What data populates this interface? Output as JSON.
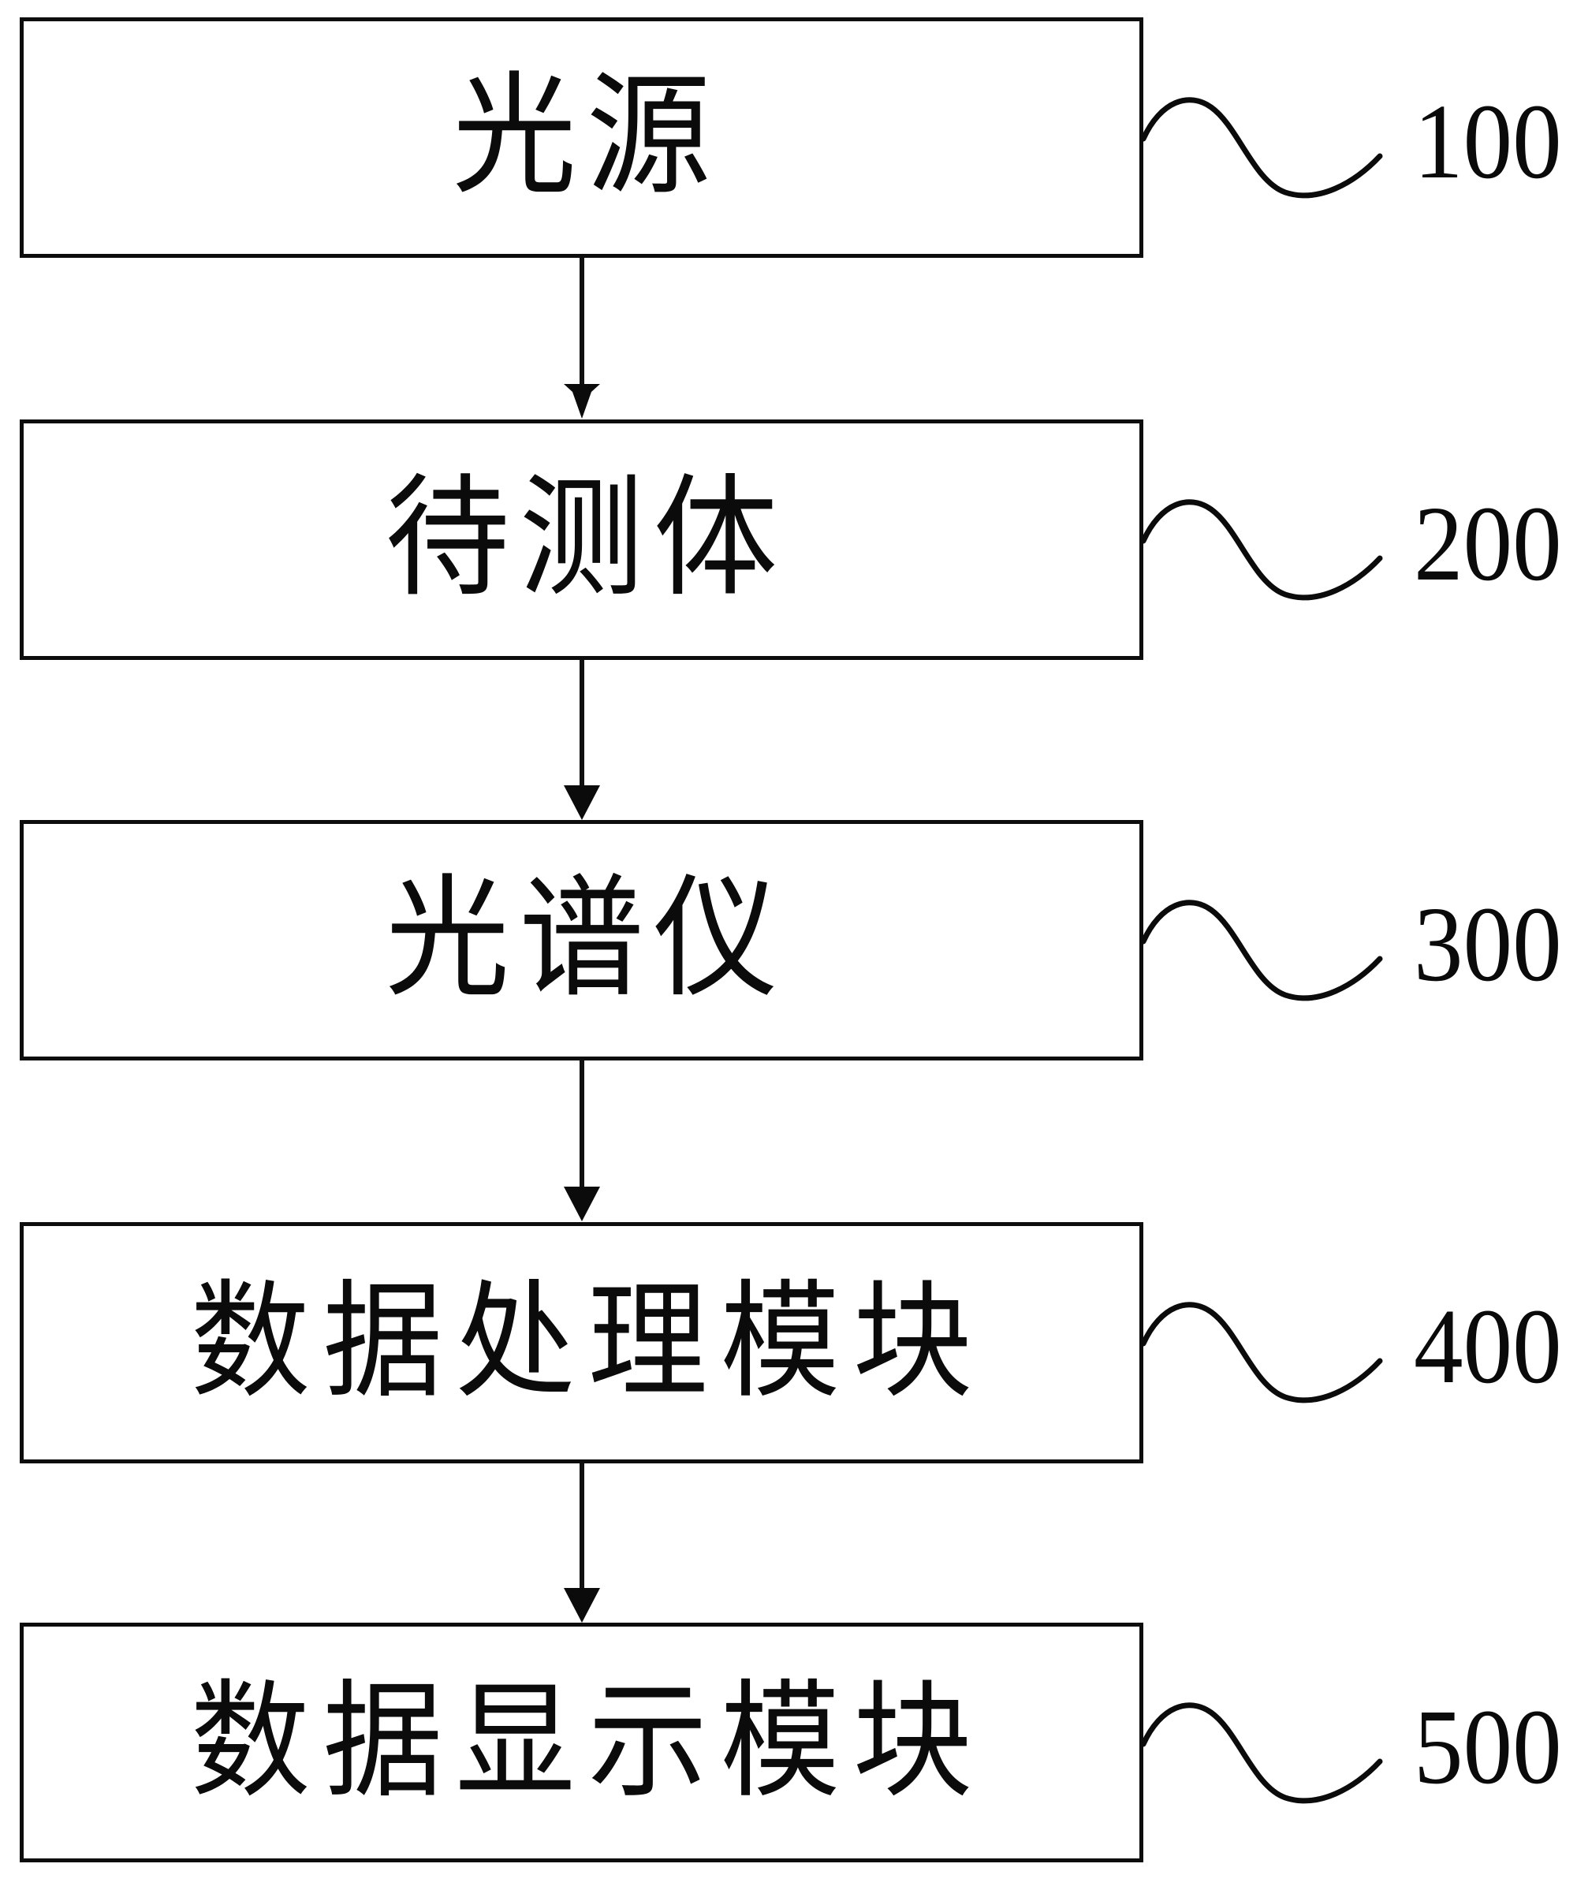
{
  "diagram": {
    "title": "Optical measurement system block diagram",
    "background_color": "#ffffff",
    "line_color": "#0b0b0b",
    "nodes": [
      {
        "id": "node-1",
        "label": "光源",
        "ref": "100"
      },
      {
        "id": "node-2",
        "label": "待测体",
        "ref": "200"
      },
      {
        "id": "node-3",
        "label": "光谱仪",
        "ref": "300"
      },
      {
        "id": "node-4",
        "label": "数据处理模块",
        "ref": "400"
      },
      {
        "id": "node-5",
        "label": "数据显示模块",
        "ref": "500"
      }
    ],
    "connectors": [
      {
        "from": "node-1",
        "to": "node-2",
        "type": "arrow-down"
      },
      {
        "from": "node-2",
        "to": "node-3",
        "type": "arrow-down"
      },
      {
        "from": "node-3",
        "to": "node-4",
        "type": "arrow-down"
      },
      {
        "from": "node-4",
        "to": "node-5",
        "type": "arrow-down"
      }
    ]
  }
}
